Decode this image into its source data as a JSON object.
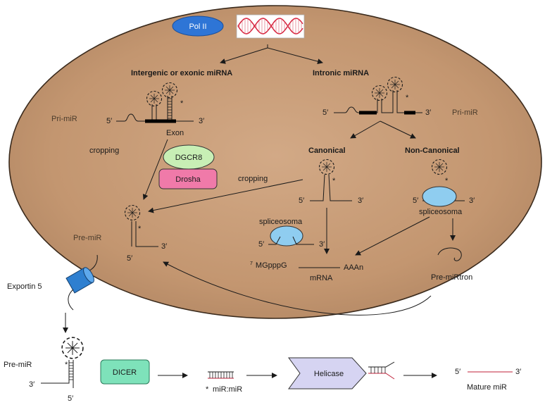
{
  "labels": {
    "pol_ii": "Pol II",
    "intergenic": "Intergenic or exonic miRNA",
    "intronic": "Intronic miRNA",
    "pri_mir_left": "Pri-miR",
    "pri_mir_right": "Pri-miR",
    "exon": "Exon",
    "cropping_left": "cropping",
    "cropping_mid": "cropping",
    "dgcr8": "DGCR8",
    "drosha": "Drosha",
    "canonical": "Canonical",
    "non_canonical": "Non-Canonical",
    "spliceosoma_left": "spliceosoma",
    "spliceosoma_right": "spliceosoma",
    "pre_mir_inside": "Pre-miR",
    "pre_mir_outside": "Pre-miR",
    "exportin": "Exportin 5",
    "mgpppg_sup": "7",
    "mgpppg": "MGpppG",
    "aaan": "AAAn",
    "mrna": "mRNA",
    "pre_mirtron": "Pre-miRtron",
    "dicer": "DICER",
    "helicase": "Helicase",
    "mir_duplex": "miR:miR",
    "mature": "Mature miR",
    "asterisk": "*",
    "five_prime": "5′",
    "three_prime": "3′"
  },
  "colors": {
    "cell_fill": "#c49a75",
    "cell_stroke": "#3a2a1c",
    "pol_ii": "#2e75d6",
    "dgcr8": "#c8efb5",
    "drosha": "#f07aa9",
    "spliceosoma": "#8fcdf0",
    "exportin": "#2e7fd0",
    "dicer": "#7ee2ba",
    "helicase": "#d6d4f2",
    "strand_red": "#c0213a",
    "dna_red": "#d6203a"
  }
}
